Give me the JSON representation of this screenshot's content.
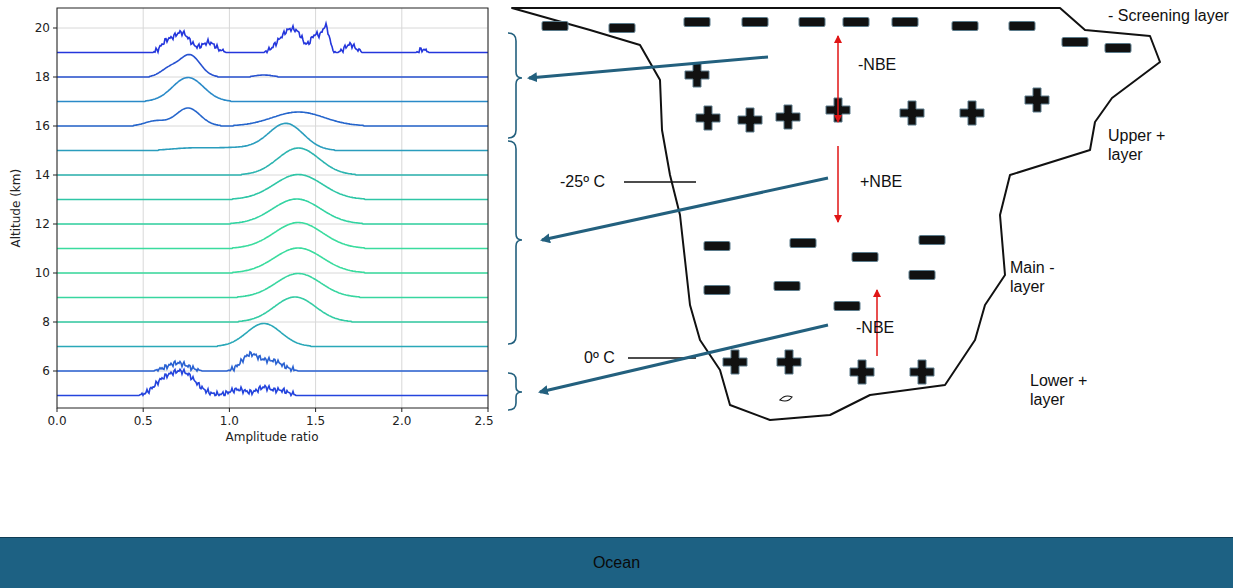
{
  "diagram": {
    "nodes": [
      {
        "text": [
          "Ocean"
        ]
      }
    ],
    "labels": [
      "20",
      "18",
      "16",
      "14",
      "12",
      "10",
      "8",
      "6",
      "0.0",
      "0.5",
      "1.0",
      "1.5",
      "2.0",
      "2.5",
      "Altitude (km)",
      "Amplitude ratio",
      "- Screening layer",
      "-NBE",
      "Upper + layer",
      "-25º C",
      "+NBE",
      "Main - layer",
      "-NBE",
      "0º C",
      "Lower + layer"
    ]
  }
}
